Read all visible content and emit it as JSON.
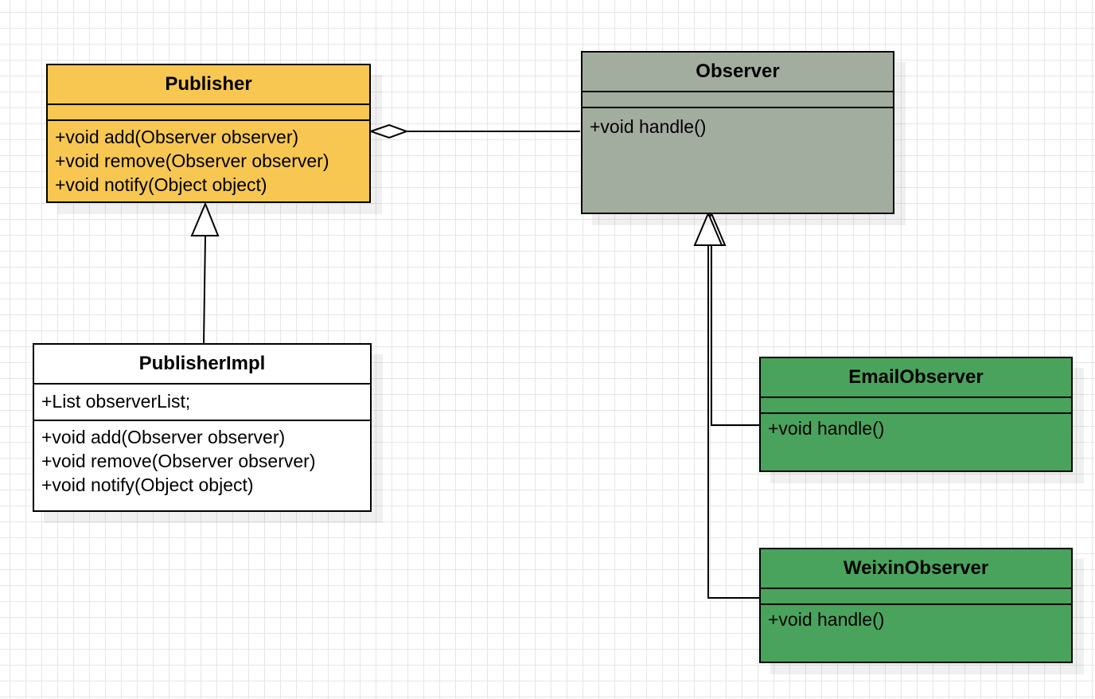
{
  "colors": {
    "publisher_fill": "#f7c752",
    "observer_fill": "#a3ad9f",
    "concrete_observer_fill": "#4aa35c",
    "impl_fill": "#ffffff",
    "line": "#000000"
  },
  "classes": {
    "publisher": {
      "name": "Publisher",
      "methods": [
        "+void add(Observer observer)",
        "+void remove(Observer observer)",
        "+void notify(Object object)"
      ]
    },
    "observer": {
      "name": "Observer",
      "methods": [
        "+void handle()"
      ]
    },
    "publisher_impl": {
      "name": "PublisherImpl",
      "attributes": [
        "+List  observerList;"
      ],
      "methods": [
        "+void add(Observer observer)",
        "+void remove(Observer observer)",
        "+void notify(Object object)"
      ]
    },
    "email_observer": {
      "name": "EmailObserver",
      "methods": [
        "+void handle()"
      ]
    },
    "weixin_observer": {
      "name": "WeixinObserver",
      "methods": [
        "+void handle()"
      ]
    }
  },
  "relationships": [
    {
      "type": "aggregation",
      "whole": "Publisher",
      "part": "Observer"
    },
    {
      "type": "generalization",
      "child": "PublisherImpl",
      "parent": "Publisher"
    },
    {
      "type": "generalization",
      "child": "EmailObserver",
      "parent": "Observer"
    },
    {
      "type": "generalization",
      "child": "WeixinObserver",
      "parent": "Observer"
    }
  ]
}
